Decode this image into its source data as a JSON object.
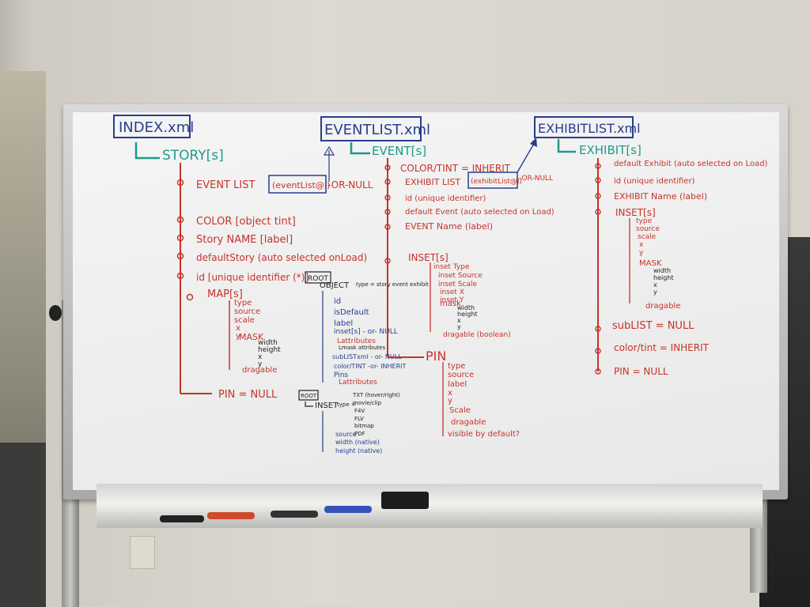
{
  "index": {
    "title": "INDEX.xml",
    "child": "STORY[s]",
    "fields": [
      "EVENT LIST",
      "COLOR [object tint]",
      "Story NAME [label]",
      "defaultStory (auto selected onLoad)",
      "id [unique identifier (*)]",
      "MAP[s]",
      "PIN = NULL"
    ],
    "event_list_ref": "(eventList@I)",
    "or_null": "-OR-NULL",
    "map_fields": [
      "type",
      "source",
      "scale",
      "x",
      "y",
      "MASK",
      "dragable"
    ],
    "mask_fields": [
      "width",
      "height",
      "x",
      "y"
    ]
  },
  "root_object": {
    "root_label": "ROOT",
    "object": "OBJECT",
    "type_note": "type = story event exhibit",
    "fields": [
      "id",
      "isDefault",
      "label",
      "inset[s] - or- NULL",
      "Lattributes",
      "Lmask attributes",
      "subLISTxml - or- NULL",
      "color/TINT -or- INHERIT",
      "Pins",
      "Lattributes"
    ]
  },
  "root_inset": {
    "root_label": "ROOT",
    "inset": "INSET",
    "type_note": "type =",
    "types": [
      "TXT (hover/right)",
      "movie/clip",
      "F4V",
      "FLV",
      "bitmap",
      "PDF"
    ],
    "fields": [
      "source",
      "width (native)",
      "height (native)"
    ]
  },
  "eventlist": {
    "title": "EVENTLIST.xml",
    "child": "EVENT[s]",
    "fields": [
      "COLOR/TINT = INHERIT",
      "EXHIBIT LIST",
      "id (unique identifier)",
      "default Event (auto selected on Load)",
      "EVENT Name (label)",
      "INSET[s]"
    ],
    "exhibit_ref": "(exhibitList@I)",
    "or_null": "-OR-NULL",
    "inset_fields": [
      "inset Type",
      "inset Source",
      "inset Scale",
      "inset X",
      "inset Y",
      "mask"
    ],
    "mask_fields": [
      "width",
      "height",
      "x",
      "y"
    ],
    "dragable": "dragable (boolean)",
    "pin": "PIN",
    "pin_fields": [
      "type",
      "source",
      "label",
      "x",
      "y",
      "Scale",
      "dragable",
      "visible by default?"
    ]
  },
  "exhibitlist": {
    "title": "EXHIBITLIST.xml",
    "child": "EXHIBIT[s]",
    "fields": [
      "default Exhibit (auto selected on Load)",
      "id (unique identifier)",
      "EXHIBIT Name (label)",
      "INSET[s]"
    ],
    "inset_fields": [
      "type",
      "source",
      "scale",
      "x",
      "y",
      "MASK"
    ],
    "mask_fields": [
      "width",
      "height",
      "x",
      "y"
    ],
    "dragable": "dragable",
    "tail": [
      "subLIST = NULL",
      "color/tint = INHERIT",
      "PIN = NULL"
    ]
  },
  "colors": {
    "blue": "#2a3d8f",
    "teal": "#1f9a8a",
    "red": "#c8322b",
    "navy": "#24306e"
  }
}
